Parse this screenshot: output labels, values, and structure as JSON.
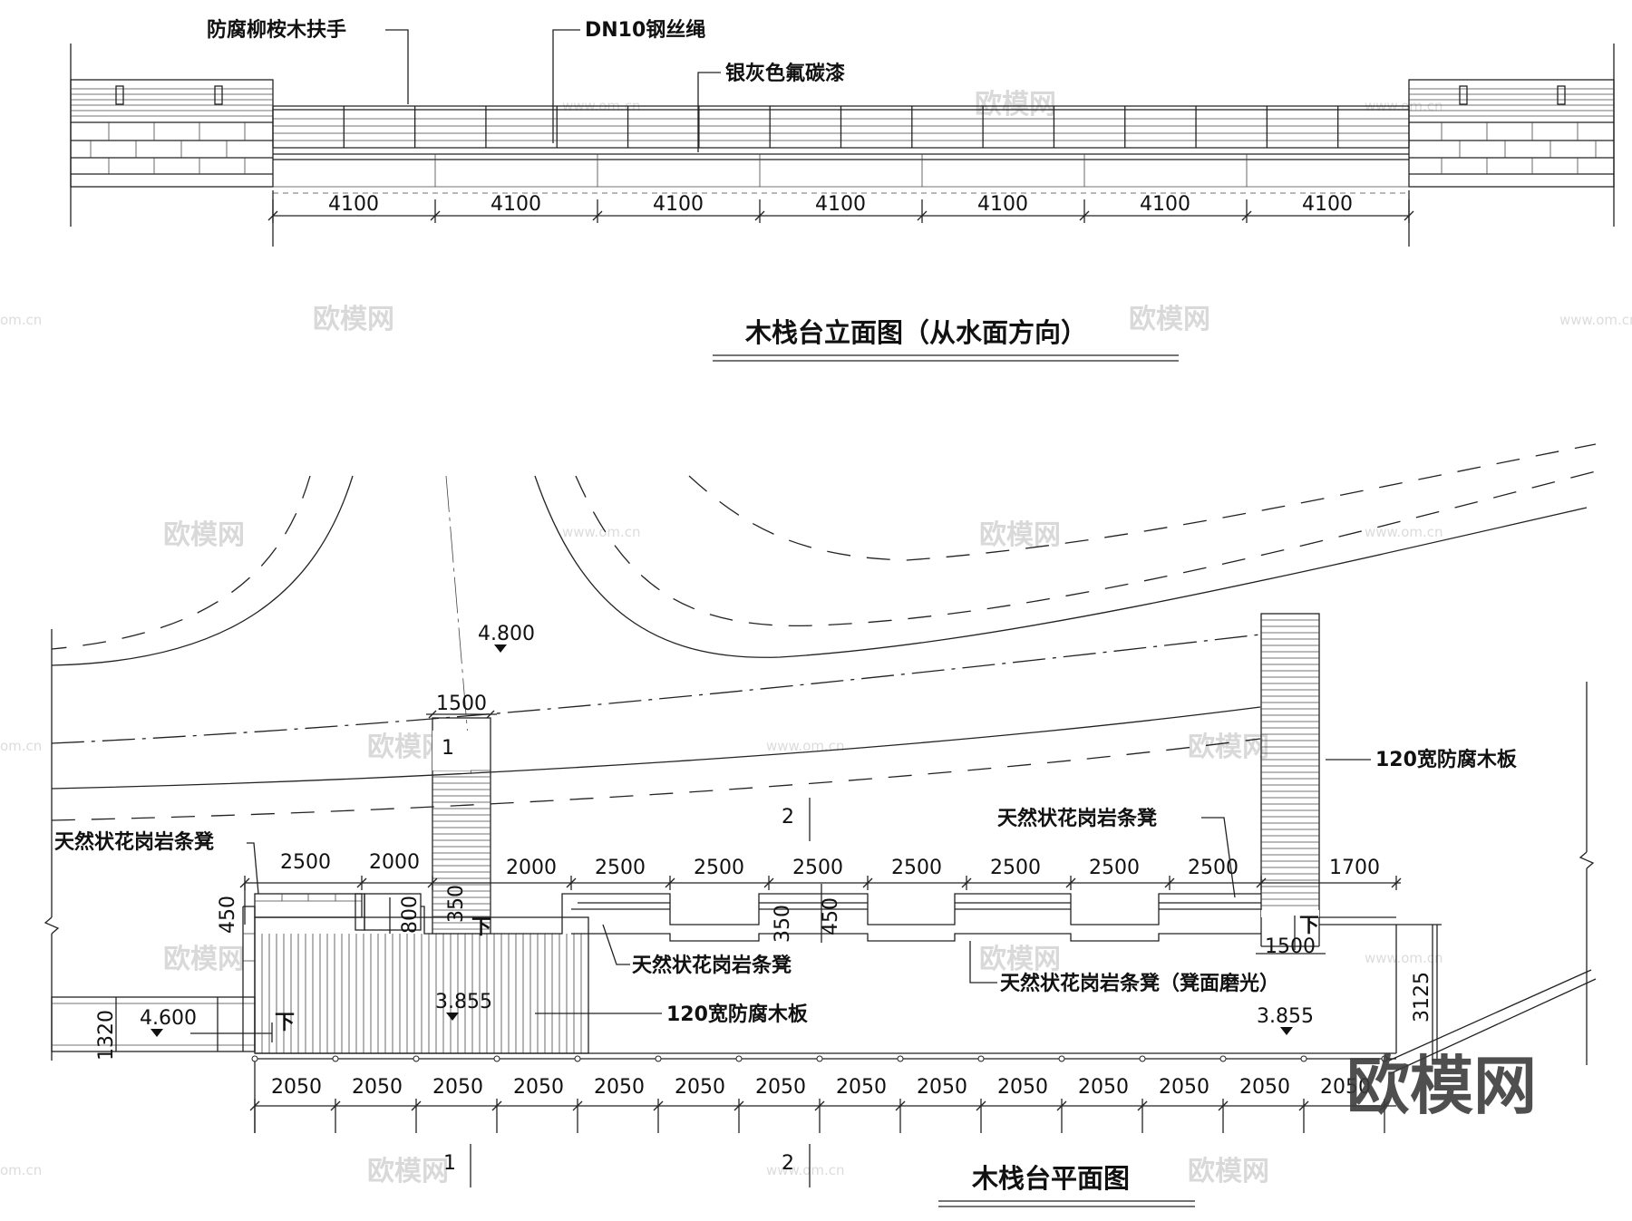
{
  "elevation": {
    "title": "木栈台立面图（从水面方向）",
    "labels": {
      "handrail": "防腐柳桉木扶手",
      "rope": "DN10钢丝绳",
      "paint": "银灰色氟碳漆"
    },
    "dims": [
      "4100",
      "4100",
      "4100",
      "4100",
      "4100",
      "4100",
      "4100"
    ]
  },
  "plan": {
    "title": "木栈台平面图",
    "top_dims": [
      "2500",
      "2000",
      "2000",
      "2500",
      "2500",
      "2500",
      "2500",
      "2500",
      "2500",
      "2500",
      "1700"
    ],
    "bottom_dims": [
      "2050",
      "2050",
      "2050",
      "2050",
      "2050",
      "2050",
      "2050",
      "2050",
      "2050",
      "2050",
      "2050",
      "2050",
      "2050",
      "2050"
    ],
    "dim_1500_top": "1500",
    "dim_1500_right": "1500",
    "dim_450_left": "450",
    "dim_800": "800",
    "dim_350_a": "350",
    "dim_350_b": "350",
    "dim_450_b": "450",
    "dim_1320": "1320",
    "dim_3125": "3125",
    "levels": {
      "l4800": "4.800",
      "l4600": "4.600",
      "l3855a": "3.855",
      "l3855b": "3.855"
    },
    "labels": {
      "granite_bench_top_left": "天然状花岗岩条凳",
      "granite_bench_right": "天然状花岗岩条凳",
      "granite_bench_mid": "天然状花岗岩条凳",
      "granite_bench_polished": "天然状花岗岩条凳（凳面磨光）",
      "board_right": "120宽防腐木板",
      "board_mid": "120宽防腐木板",
      "down_1": "下",
      "down_2": "下",
      "down_3": "下"
    },
    "section_marks": {
      "s1_top": "1",
      "s2_top": "2",
      "s1_bottom": "1",
      "s2_bottom": "2"
    }
  },
  "watermark": {
    "brand": "欧模网",
    "url": "www.om.cn",
    "url_short": "om.cn"
  }
}
